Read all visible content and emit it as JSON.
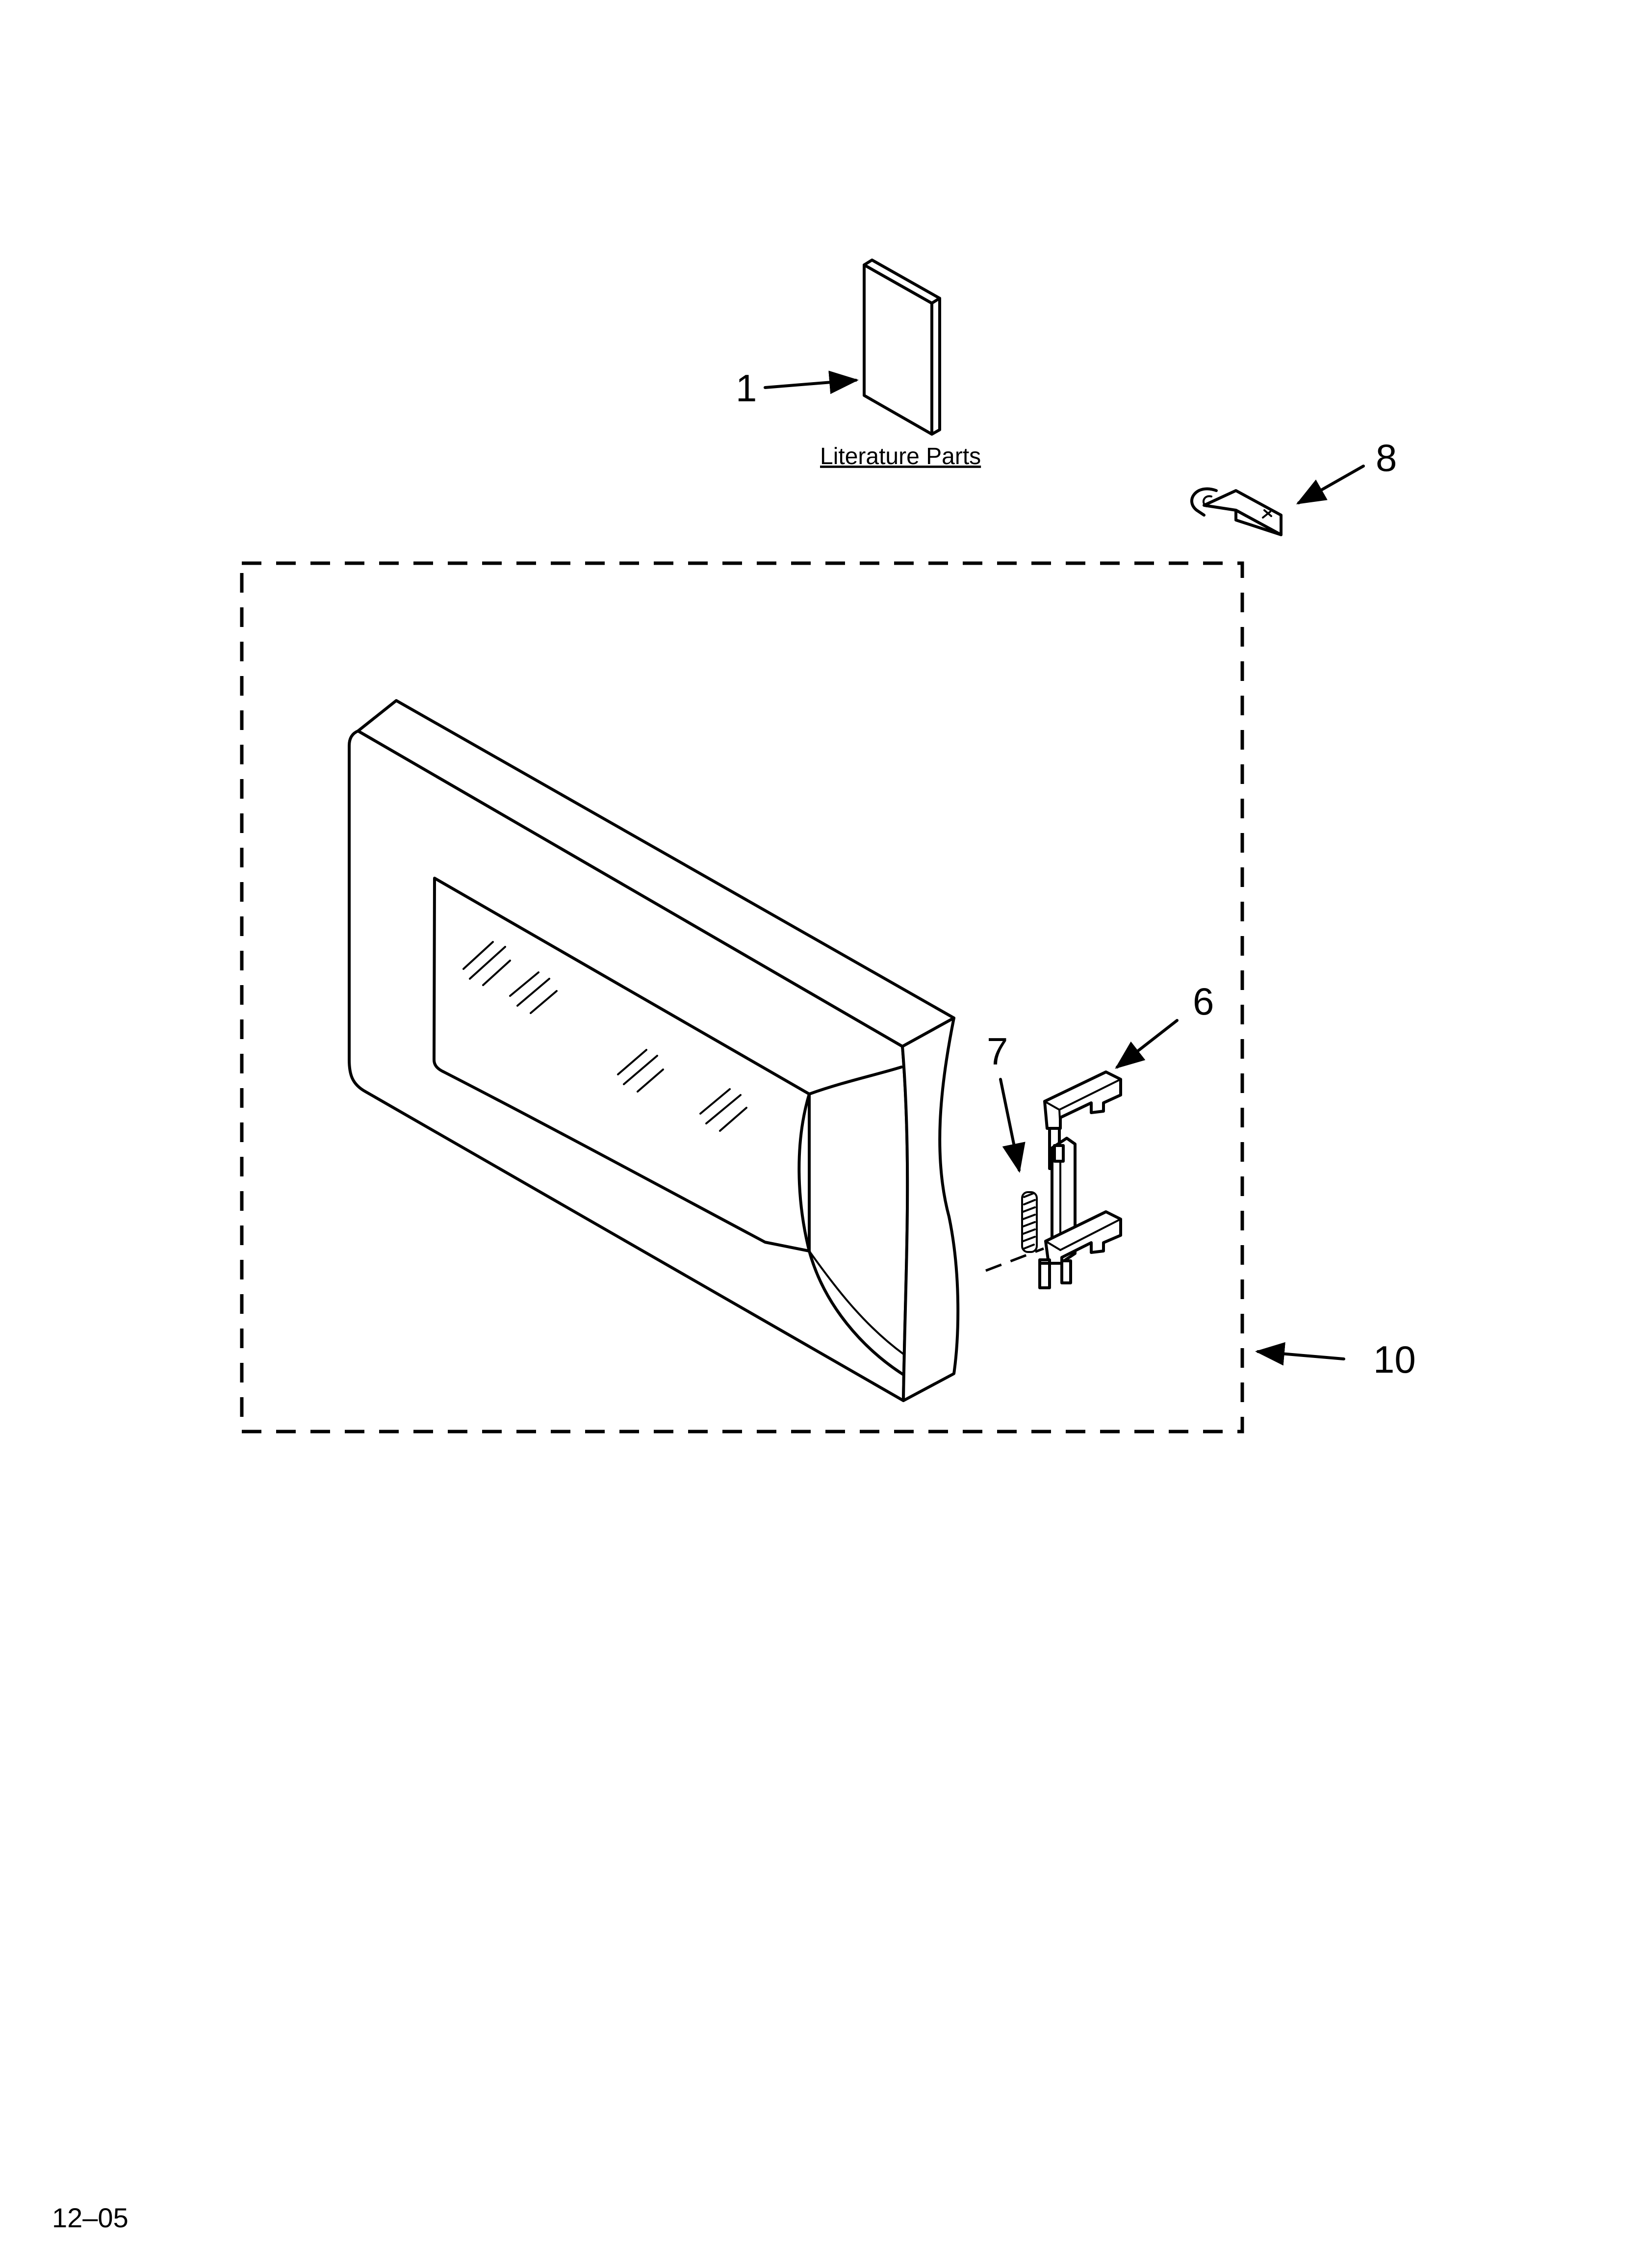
{
  "callouts": {
    "c1": "1",
    "c6": "6",
    "c7": "7",
    "c8": "8",
    "c10": "10"
  },
  "literature_label": "Literature Parts",
  "revision_code": "12–05"
}
